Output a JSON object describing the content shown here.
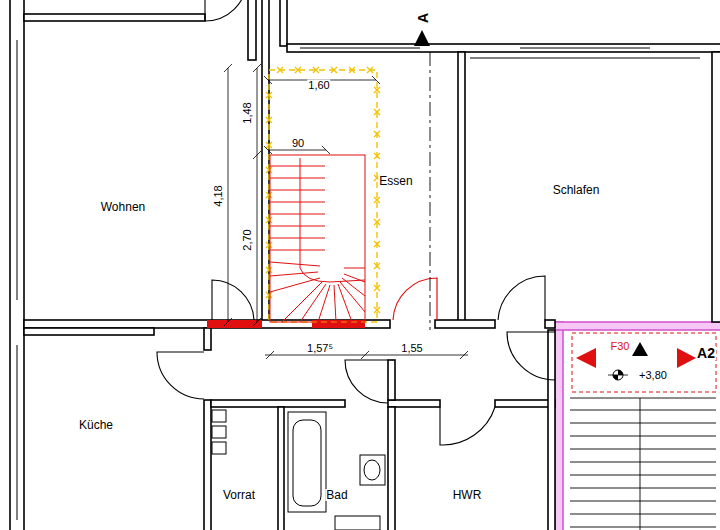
{
  "diagram": {
    "labels": [
      "A",
      "1,60",
      "1,48",
      "4,18",
      "2,70",
      "90",
      "Wohnen",
      "Essen",
      "Schlafen",
      "Küche",
      "Vorrat",
      "Bad",
      "HWR",
      "1,57⁵",
      "1,55",
      "F30",
      "+3,80",
      "A2"
    ]
  }
}
